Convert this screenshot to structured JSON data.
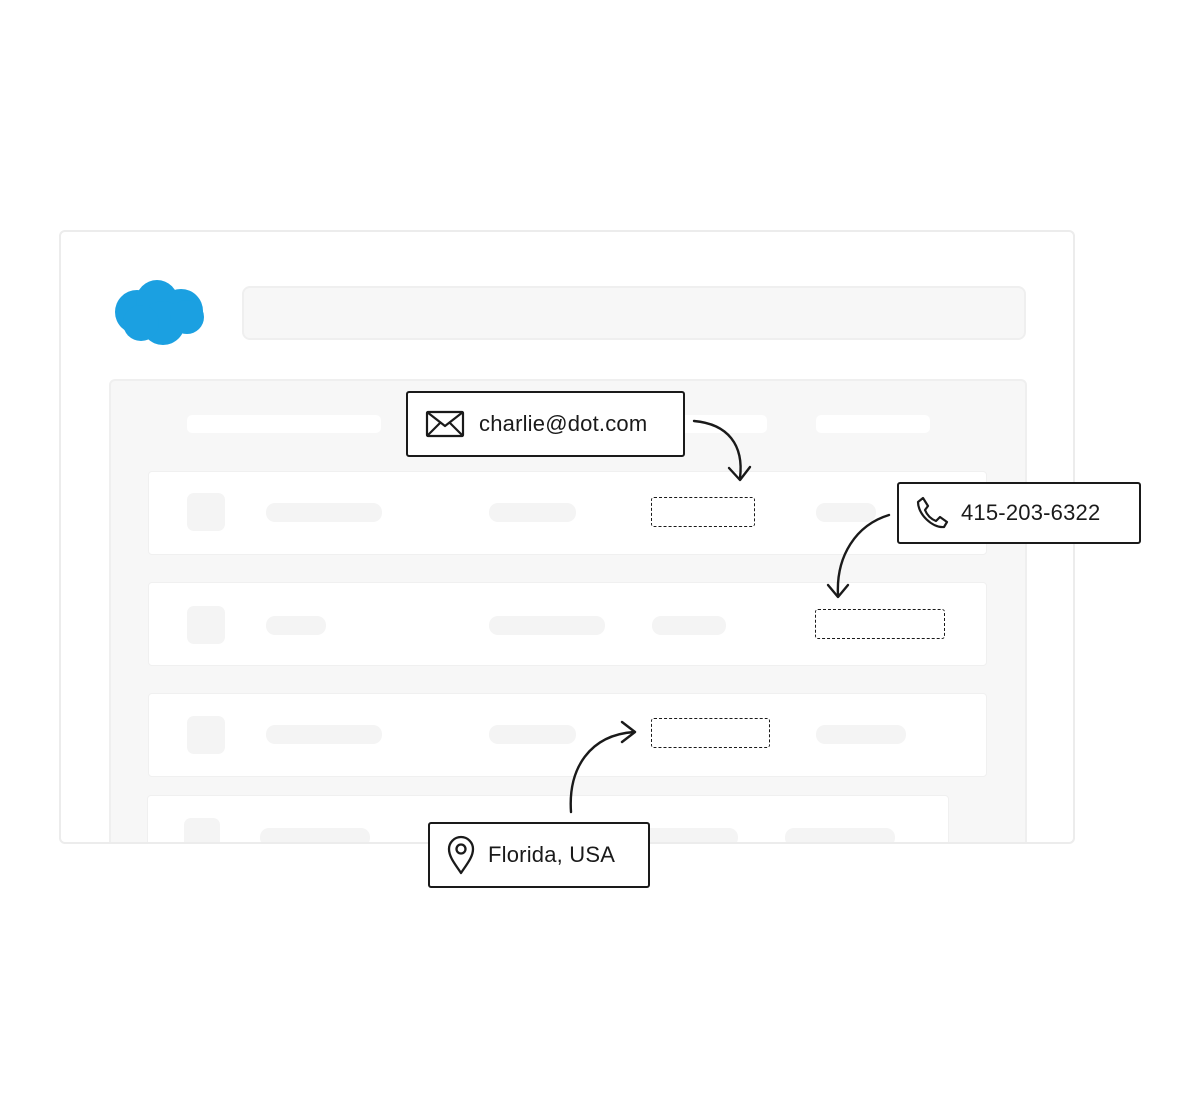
{
  "logo": {
    "icon": "salesforce-cloud-icon",
    "color": "#1ba0e1"
  },
  "callouts": {
    "email": {
      "icon": "mail-icon",
      "value": "charlie@dot.com"
    },
    "phone": {
      "icon": "phone-icon",
      "value": "415-203-6322"
    },
    "location": {
      "icon": "map-pin-icon",
      "value": "Florida, USA"
    }
  }
}
